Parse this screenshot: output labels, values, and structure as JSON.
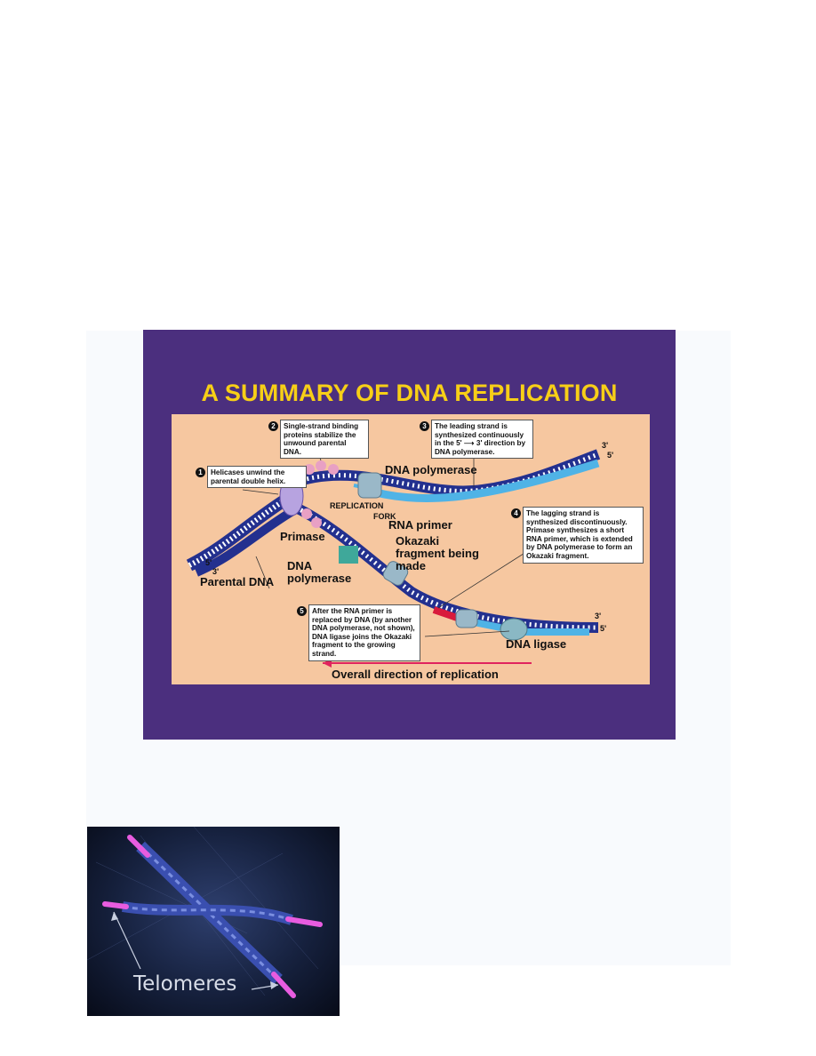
{
  "slide": {
    "title": "A SUMMARY OF DNA REPLICATION",
    "colors": {
      "background": "#4b2f7e",
      "title": "#f7cf17",
      "diagram_bg": "#f6c7a0",
      "strand_dark": "#23308f",
      "strand_light": "#4fb3e6",
      "primer": "#d81b3c",
      "arrow": "#e0245e"
    },
    "callouts": [
      {
        "number": "1",
        "text": "Helicases unwind the parental double helix."
      },
      {
        "number": "2",
        "text": "Single-strand binding proteins stabilize the unwound parental DNA."
      },
      {
        "number": "3",
        "text": "The leading strand is synthesized continuously in the 5' ⟶ 3' direction by DNA polymerase."
      },
      {
        "number": "4",
        "text": "The lagging strand is synthesized discontinuously. Primase synthesizes a short RNA primer, which is extended by DNA polymerase to form an Okazaki fragment."
      },
      {
        "number": "5",
        "text": "After the RNA primer is replaced by DNA (by another DNA polymerase, not shown), DNA ligase joins the Okazaki fragment to the growing strand."
      }
    ],
    "labels": {
      "dna_polymerase_top": "DNA polymerase",
      "replication": "REPLICATION",
      "fork": "FORK",
      "rna_primer": "RNA primer",
      "primase": "Primase",
      "okazaki": "Okazaki fragment being made",
      "dna_polymerase_bottom": "DNA polymerase",
      "parental_dna": "Parental DNA",
      "dna_ligase": "DNA ligase",
      "overall": "Overall direction of replication"
    },
    "ends": {
      "left_5": "5'",
      "left_3": "3'",
      "top_3": "3'",
      "top_5": "5'",
      "bottom_3": "3'",
      "bottom_5": "5'"
    }
  },
  "telomeres": {
    "label": "Telomeres",
    "colors": {
      "cap": "#e85ce0",
      "strand": "#3a4fb0"
    }
  }
}
